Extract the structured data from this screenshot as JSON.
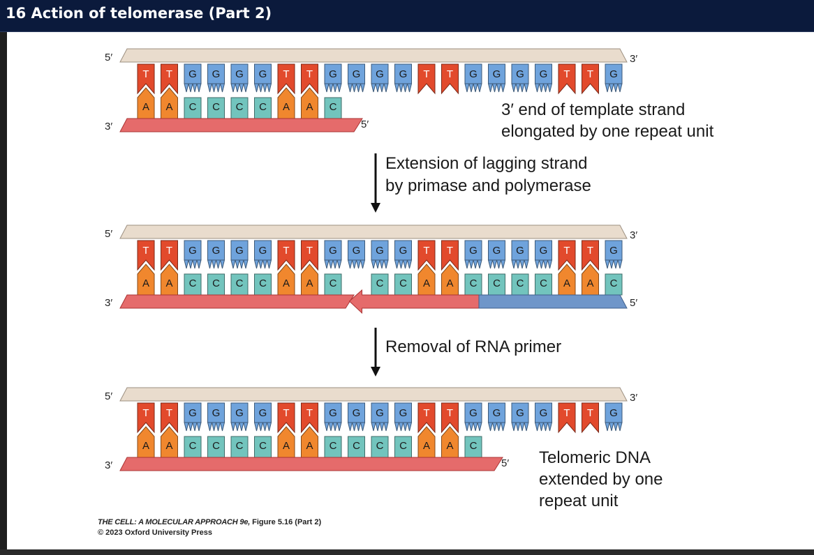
{
  "window": {
    "title": "16  Action of telomerase (Part 2)"
  },
  "labels": {
    "five_prime": "5′",
    "three_prime": "3′"
  },
  "colors": {
    "T": "#e24a2c",
    "G": "#6fa3dc",
    "A": "#f0872e",
    "C": "#72c4bd",
    "top_strand": "#e9dccd",
    "bottom_strand": "#e56b6b",
    "new_strand": "#6f96c9"
  },
  "panels": [
    {
      "id": "panel-1",
      "top_sequence": [
        "T",
        "T",
        "G",
        "G",
        "G",
        "G",
        "T",
        "T",
        "G",
        "G",
        "G",
        "G",
        "T",
        "T",
        "G",
        "G",
        "G",
        "G",
        "T",
        "T",
        "G"
      ],
      "bottom_sequence": [
        "A",
        "A",
        "C",
        "C",
        "C",
        "C",
        "A",
        "A",
        "C"
      ],
      "bottom_offset": 0,
      "annotation": [
        "3′ end of template strand",
        "elongated by one repeat unit"
      ]
    },
    {
      "id": "panel-2",
      "top_sequence": [
        "T",
        "T",
        "G",
        "G",
        "G",
        "G",
        "T",
        "T",
        "G",
        "G",
        "G",
        "G",
        "T",
        "T",
        "G",
        "G",
        "G",
        "G",
        "T",
        "T",
        "G"
      ],
      "bottom_sequence": [
        "A",
        "A",
        "C",
        "C",
        "C",
        "C",
        "A",
        "A",
        "C",
        "",
        "C",
        "C",
        "A",
        "A",
        "C",
        "C",
        "C",
        "C",
        "A",
        "A",
        "C"
      ],
      "bottom_offset": 0,
      "annotation": []
    },
    {
      "id": "panel-3",
      "top_sequence": [
        "T",
        "T",
        "G",
        "G",
        "G",
        "G",
        "T",
        "T",
        "G",
        "G",
        "G",
        "G",
        "T",
        "T",
        "G",
        "G",
        "G",
        "G",
        "T",
        "T",
        "G"
      ],
      "bottom_sequence": [
        "A",
        "A",
        "C",
        "C",
        "C",
        "C",
        "A",
        "A",
        "C",
        "C",
        "C",
        "C",
        "A",
        "A",
        "C"
      ],
      "bottom_offset": 0,
      "annotation": [
        "Telomeric DNA",
        "extended by one",
        "repeat unit"
      ]
    }
  ],
  "arrows": [
    {
      "id": "step-1",
      "label": [
        "Extension of lagging strand",
        "by primase and polymerase"
      ]
    },
    {
      "id": "step-2",
      "label": [
        "Removal of RNA primer"
      ]
    }
  ],
  "caption": {
    "title": "THE CELL: A MOLECULAR APPROACH 9e,",
    "figure": " Figure 5.16 (Part 2)",
    "copyright": "© 2023 Oxford University Press"
  }
}
